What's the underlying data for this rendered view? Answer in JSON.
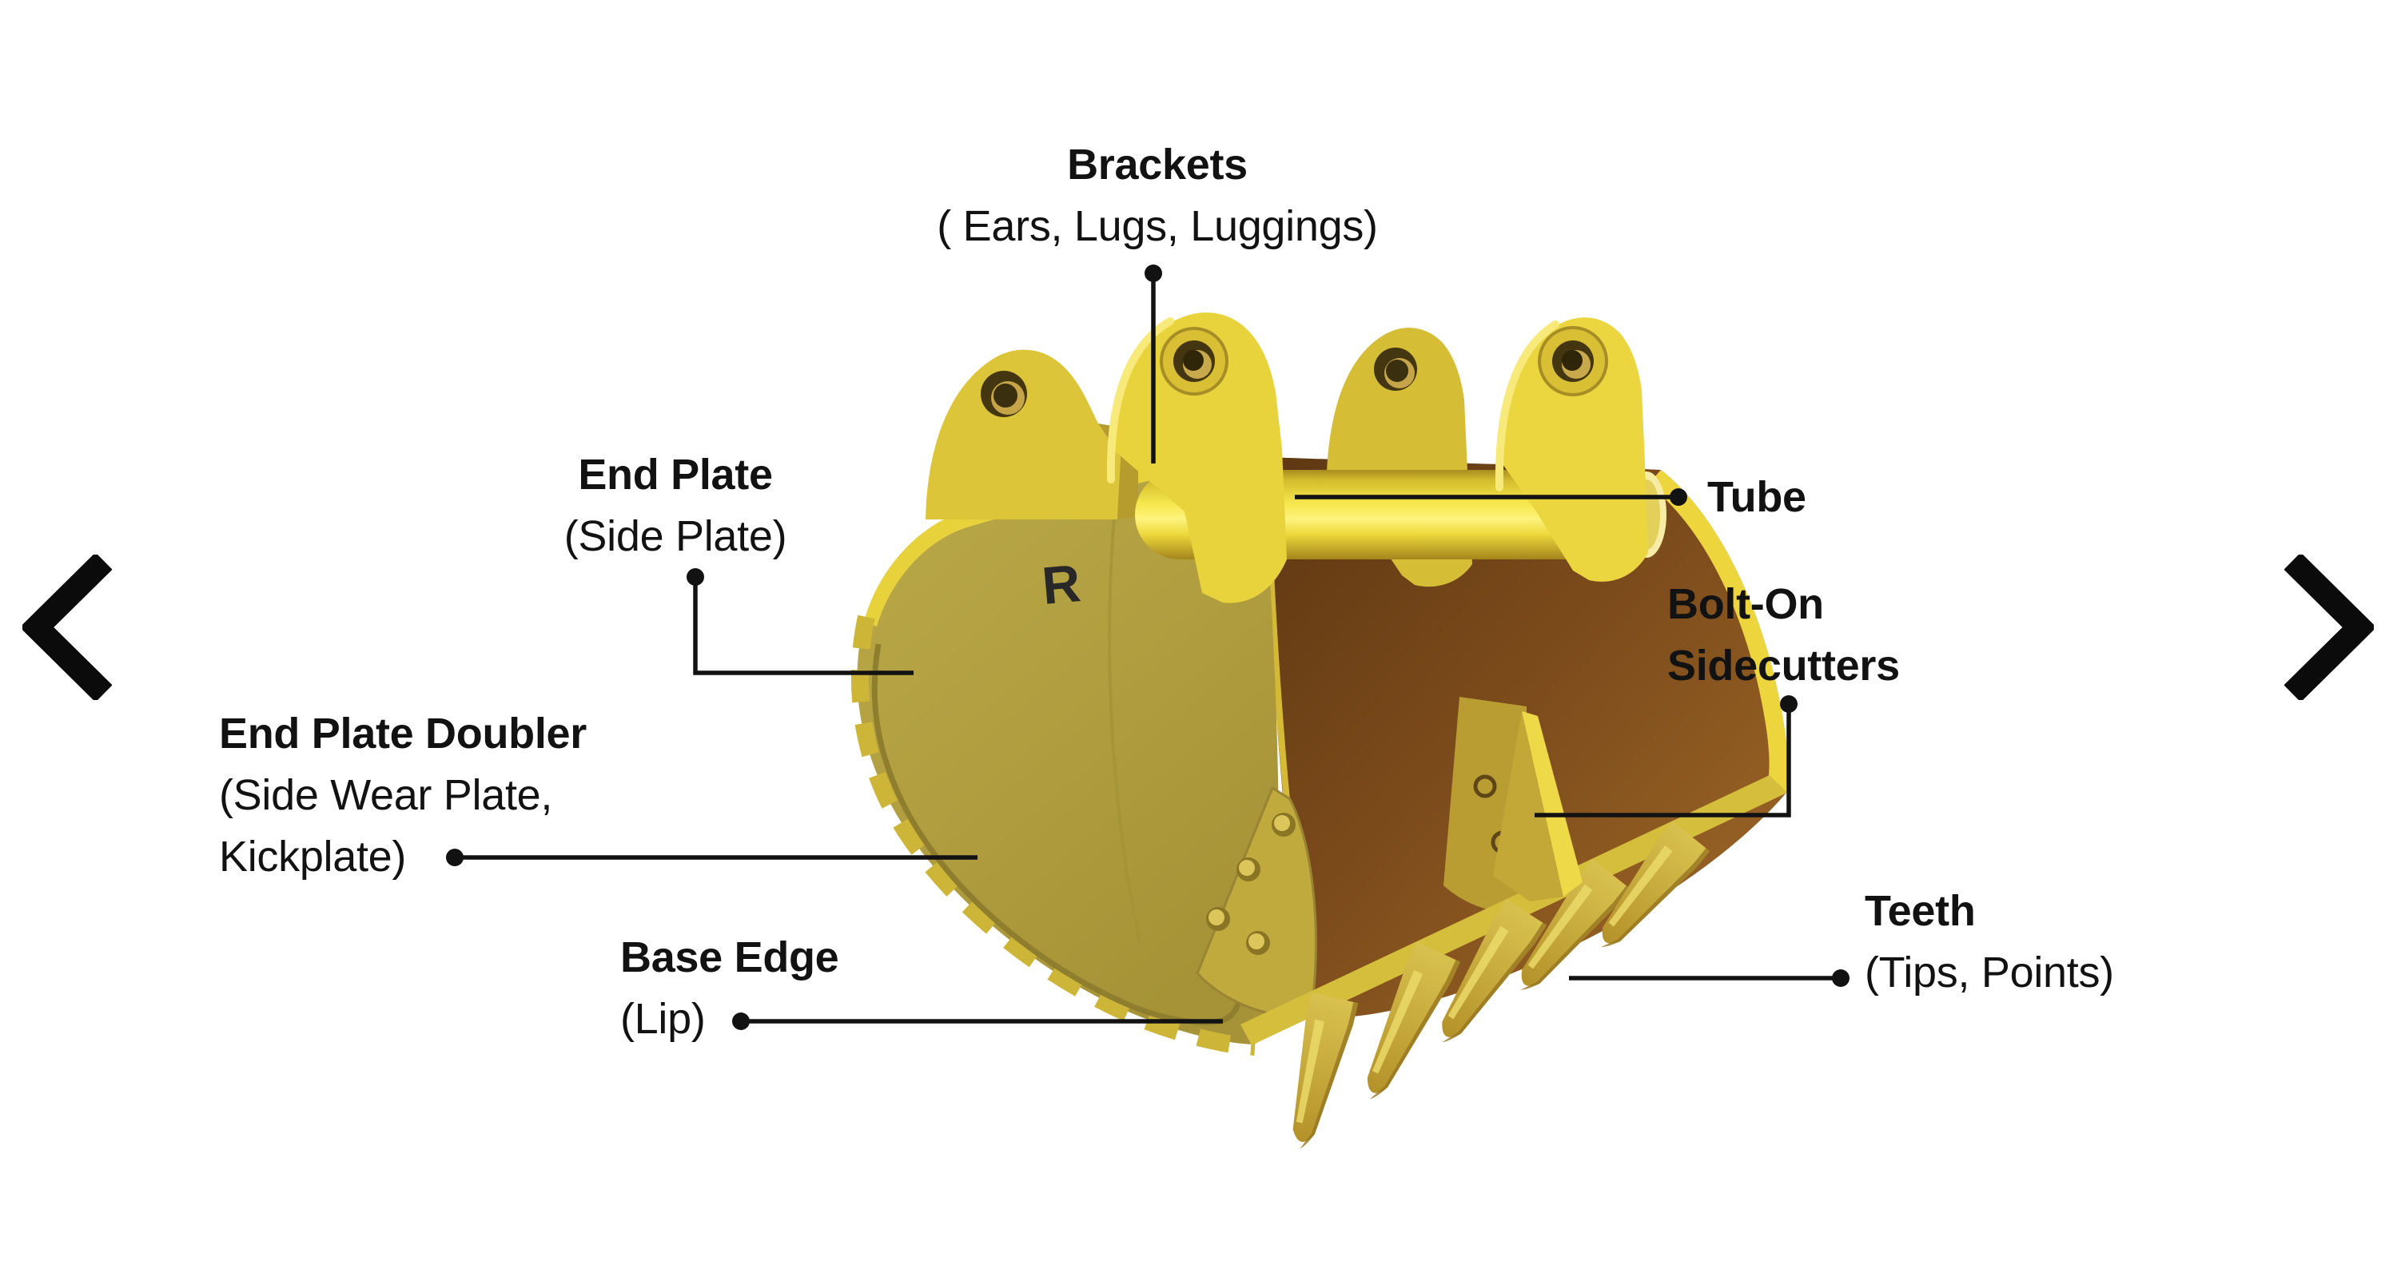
{
  "page": {
    "background_color": "#ffffff"
  },
  "carousel": {
    "prev_icon": "chevron-left",
    "next_icon": "chevron-right"
  },
  "illustration": {
    "subject": "excavator bucket parts diagram",
    "logo_text": "R",
    "colors": {
      "end_plate_yellow": "#b2a041",
      "edge_highlight_yellow": "#e8d23c",
      "tube_yellow": "#f6e84e",
      "interior_brown": "#7c4b1b",
      "tooth_gold": "#c9aa36",
      "label_text": "#121212",
      "leader_line": "#121212"
    }
  },
  "labels": {
    "brackets": {
      "name": "Brackets",
      "alias": "( Ears, Lugs, Luggings)"
    },
    "end_plate": {
      "name": "End Plate",
      "alias": "(Side Plate)"
    },
    "end_plate_doubler": {
      "name": "End Plate Doubler",
      "alias": "(Side Wear Plate,",
      "alias2": "Kickplate)"
    },
    "base_edge": {
      "name": "Base Edge",
      "alias": "(Lip)"
    },
    "tube": {
      "name": "Tube"
    },
    "bolt_on_sidecutters": {
      "name": "Bolt-On",
      "name2": "Sidecutters"
    },
    "teeth": {
      "name": "Teeth",
      "alias": "(Tips, Points)"
    }
  }
}
